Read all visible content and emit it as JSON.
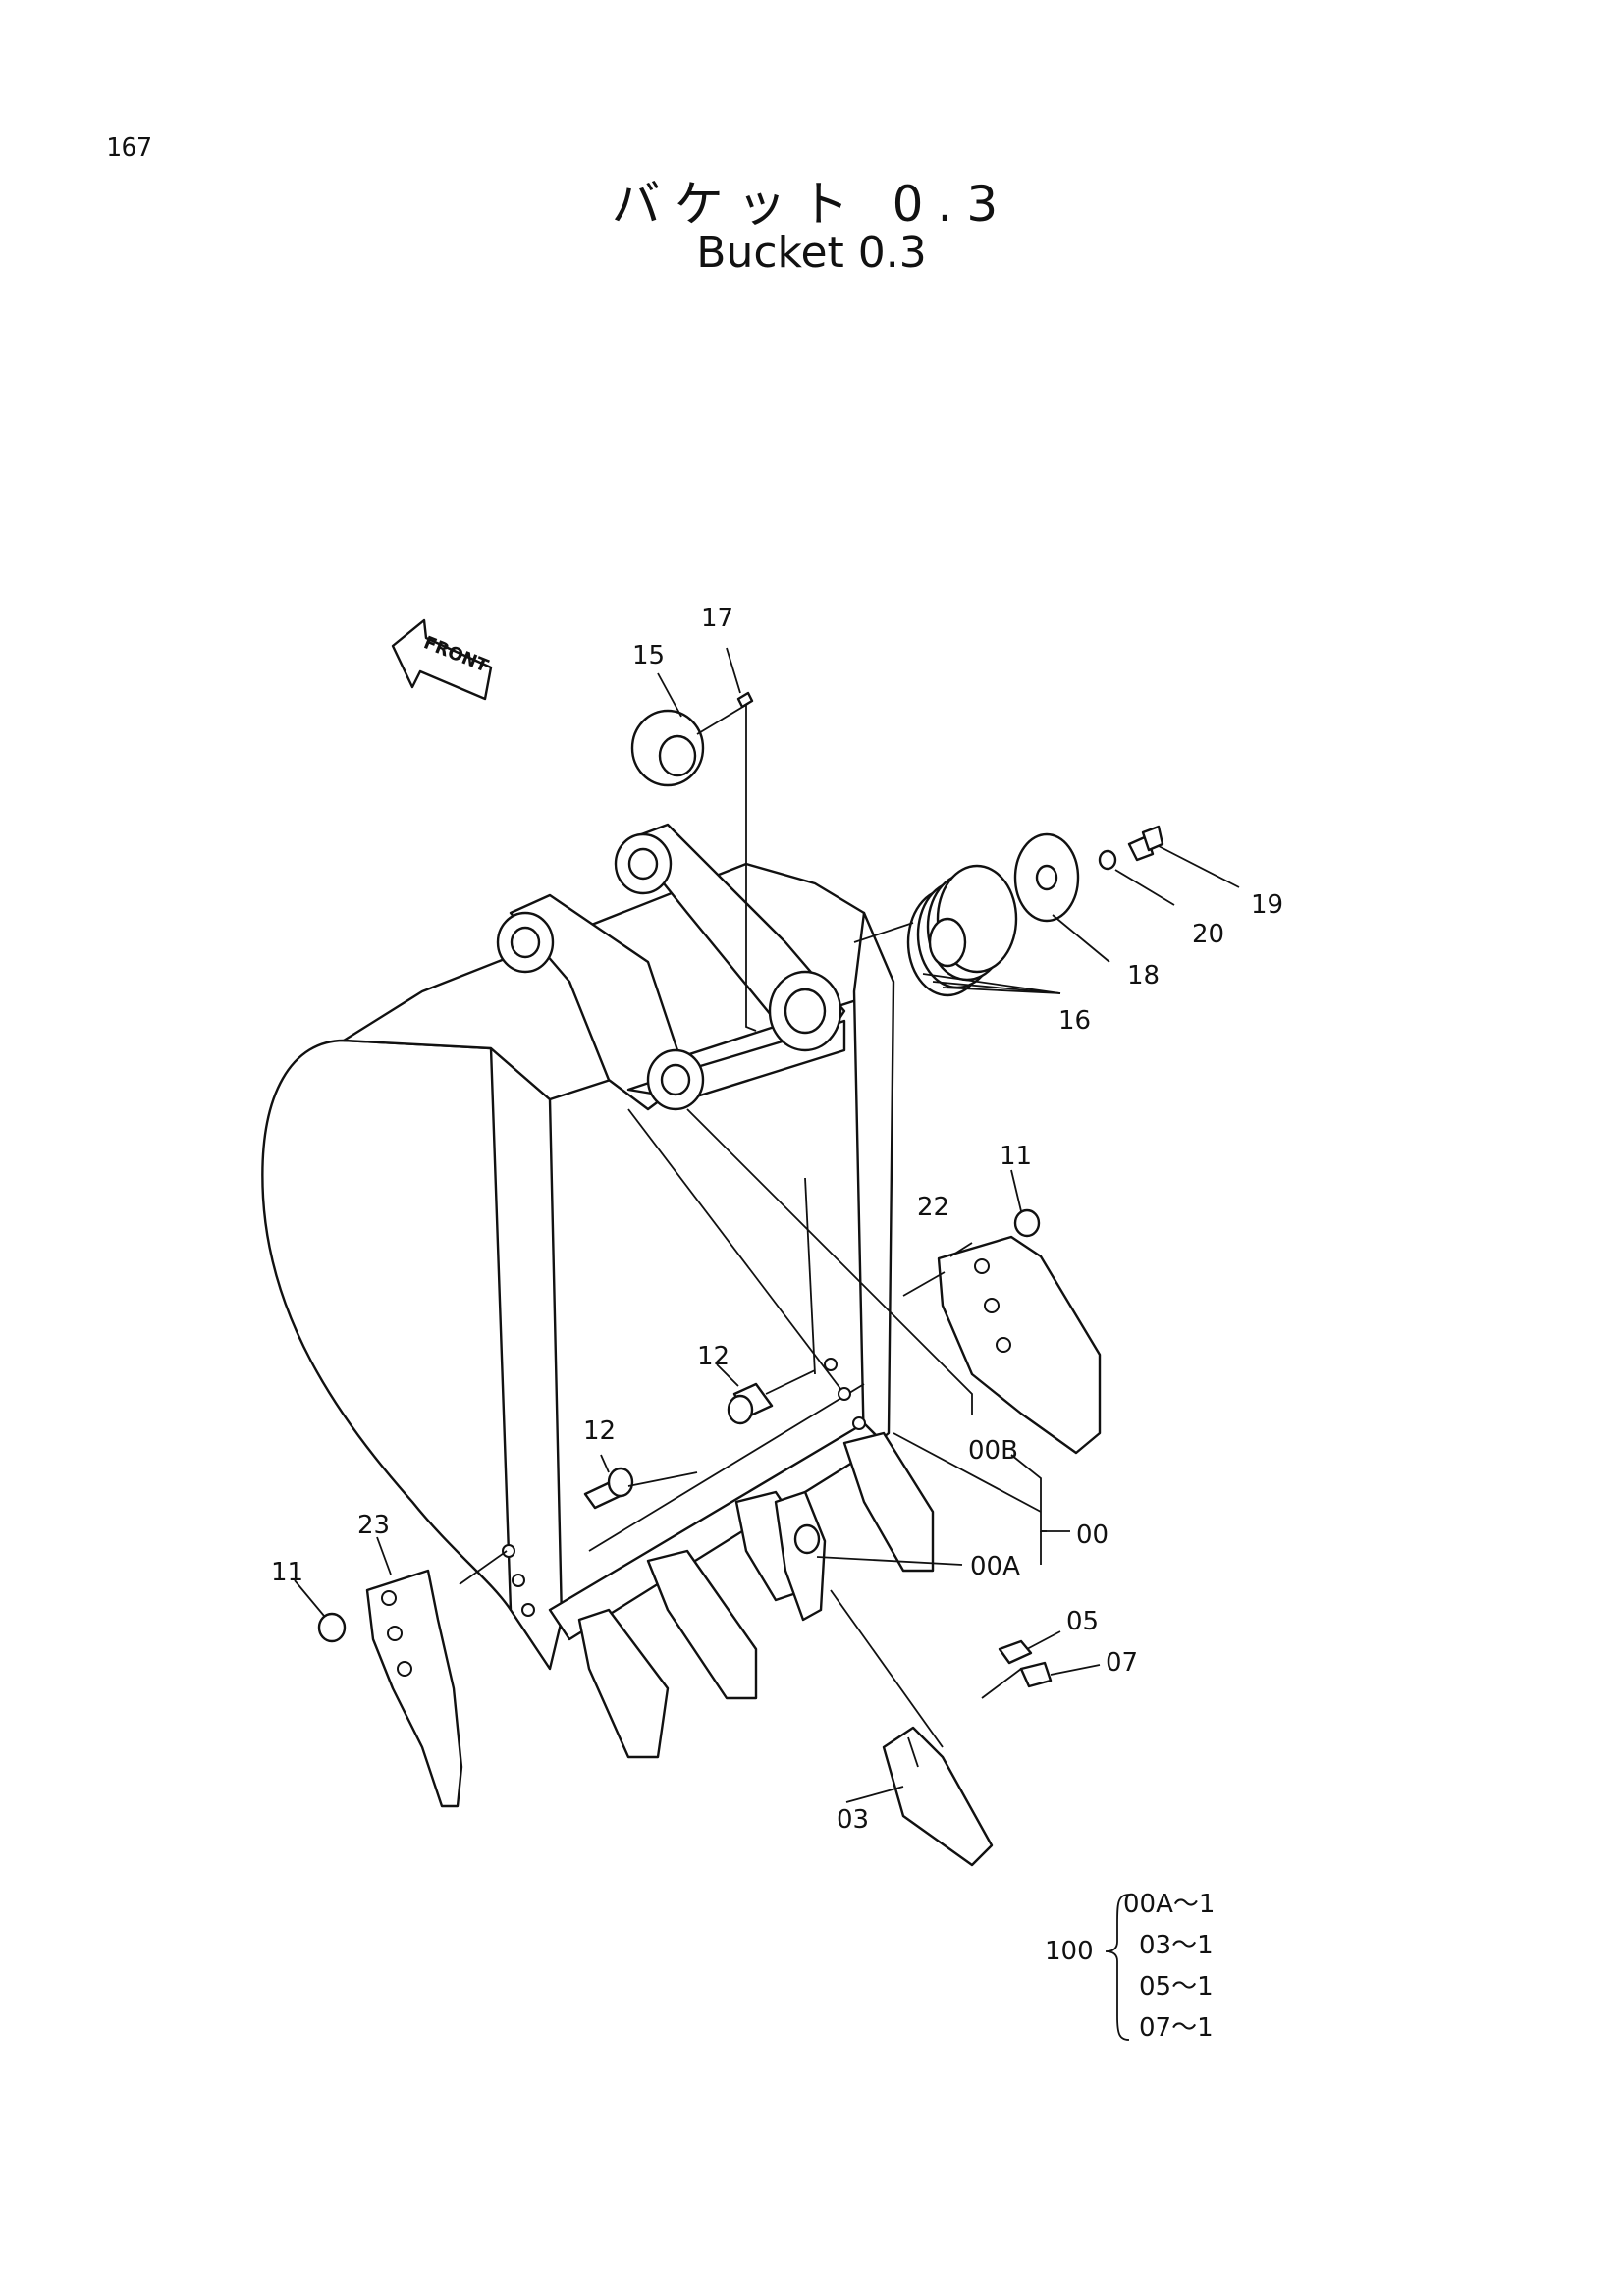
{
  "page": {
    "number": "167"
  },
  "title": {
    "japanese": "バケット 0.3",
    "english": "Bucket 0.3"
  },
  "orientation_marker": {
    "text": "FRONT"
  },
  "callouts": {
    "c15": "15",
    "c17": "17",
    "c16": "16",
    "c18": "18",
    "c19": "19",
    "c20": "20",
    "c11a": "11",
    "c22": "22",
    "c12a": "12",
    "c12b": "12",
    "c00b": "00B",
    "c00": "00",
    "c00a": "00A",
    "c23": "23",
    "c11b": "11",
    "c05": "05",
    "c07": "07",
    "c03": "03"
  },
  "kit": {
    "number": "100",
    "items": [
      "00A〜1",
      "03〜1",
      "05〜1",
      "07〜1"
    ]
  }
}
